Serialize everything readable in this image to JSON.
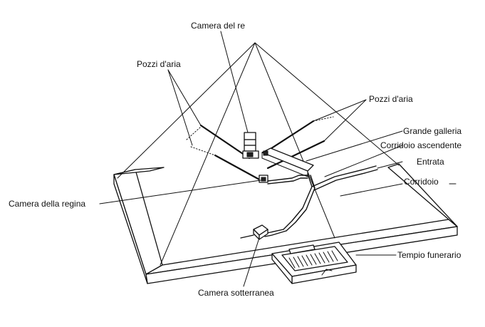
{
  "labels": {
    "camera_del_re": "Camera del re",
    "pozzi_aria_left": "Pozzi d'aria",
    "pozzi_aria_right": "Pozzi d'aria",
    "grande_galleria": "Grande galleria",
    "corridoio_ascendente": "Corridoio ascendente",
    "entrata": "Entrata",
    "corridoio": "Corridoio",
    "camera_della_regina": "Camera della regina",
    "tempio_funerario": "Tempio funerario",
    "camera_sotterranea": "Camera sotterranea"
  }
}
